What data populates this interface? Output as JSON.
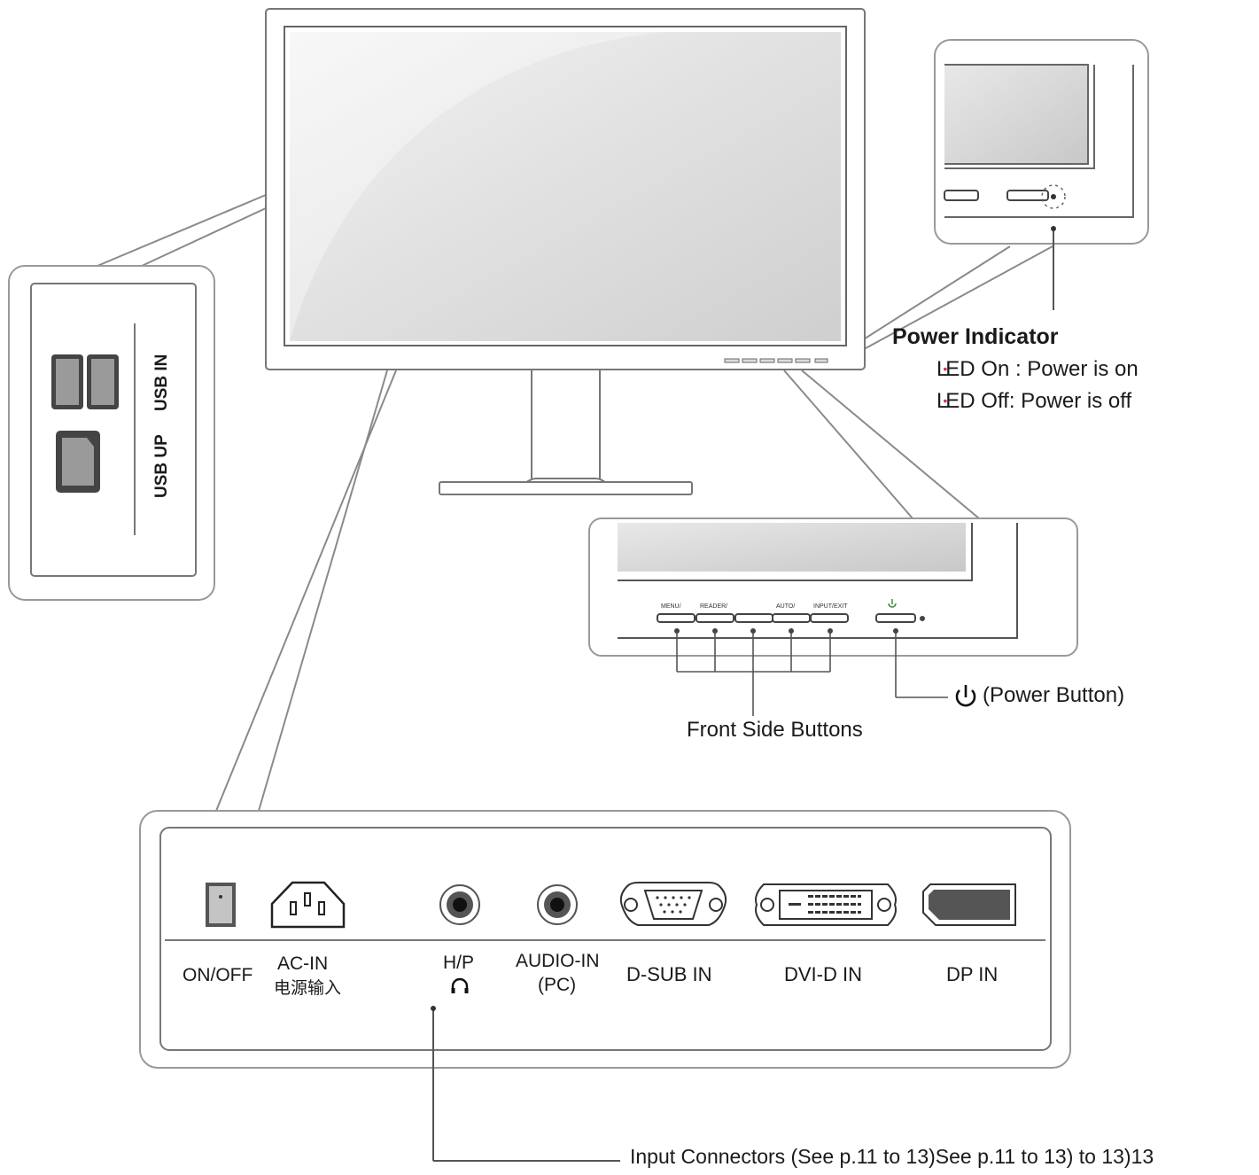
{
  "power_indicator": {
    "title": "Power Indicator",
    "led_on": "LED On : Power is on",
    "led_off": "LED Off: Power is off"
  },
  "front_buttons": {
    "labels": [
      "MENU/",
      "READER/",
      "",
      "AUTO/",
      "INPUT/EXIT"
    ],
    "callout": "Front Side Buttons"
  },
  "power_button": {
    "callout": "(Power Button)",
    "icon": "power-icon"
  },
  "usb": {
    "usb_in": "USB IN",
    "usb_up": "USB UP"
  },
  "connectors": {
    "on_off": "ON/OFF",
    "ac_in": "AC-IN",
    "ac_in_cn": "电源输入",
    "hp": "H/P",
    "hp_icon": "headphone-icon",
    "audio_in": "AUDIO-IN",
    "audio_in_sub": "(PC)",
    "dsub": "D-SUB IN",
    "dvi": "DVI-D IN",
    "dp": "DP IN"
  },
  "input_callout": "Input Connectors (See p.11 to 13)See p.11 to 13) to 13)13",
  "colors": {
    "line": "#7a7a7a",
    "panel": "#d4d4d4",
    "led": "#d2344c"
  }
}
